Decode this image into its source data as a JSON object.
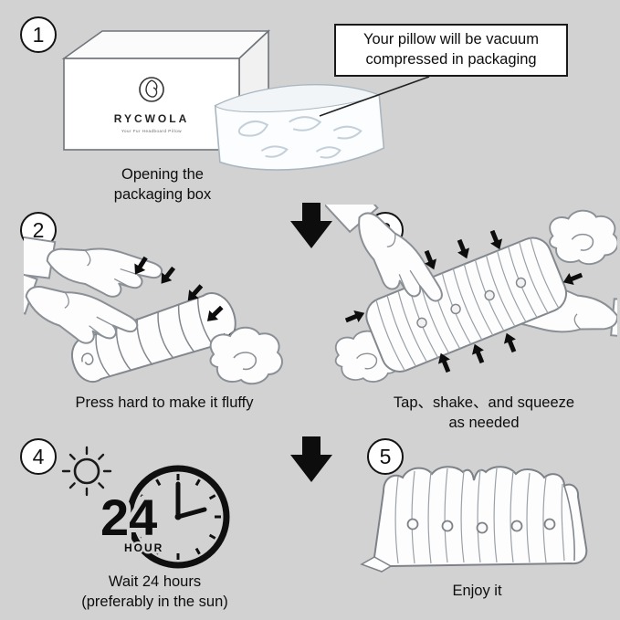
{
  "colors": {
    "background": "#d2d2d2",
    "ink": "#0d0d0d",
    "line_art": "#8b9096",
    "marble": "#c3d0da"
  },
  "brand": {
    "name": "RYCWOLA",
    "tagline": "Your Fur Headboard Pillow"
  },
  "callout": {
    "text": "Your pillow will be vacuum\ncompressed in packaging"
  },
  "steps": [
    {
      "number": "1",
      "caption": "Opening the\npackaging box"
    },
    {
      "number": "2",
      "caption": "Press hard to make it fluffy"
    },
    {
      "number": "3",
      "caption": "Tap、shake、and squeeze\nas needed"
    },
    {
      "number": "4",
      "caption": "Wait 24 hours\n(preferably in the sun)"
    },
    {
      "number": "5",
      "caption": "Enjoy it"
    }
  ],
  "clock": {
    "value": "24",
    "unit": "HOUR"
  }
}
